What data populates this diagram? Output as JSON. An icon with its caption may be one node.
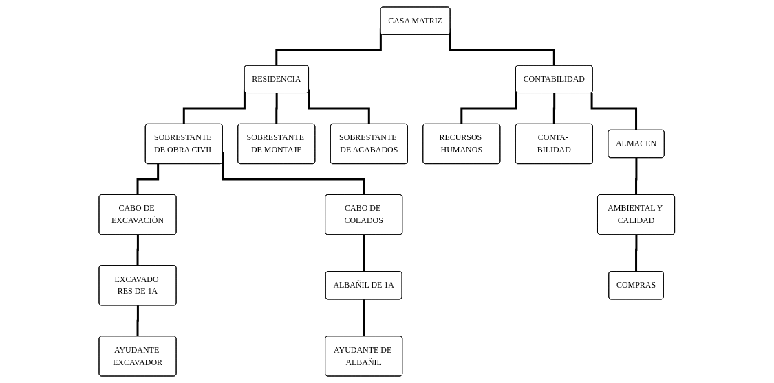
{
  "diagram": {
    "nodes": [
      {
        "text": [
          "CASA MATRIZ"
        ]
      },
      {
        "text": [
          "RESIDENCIA"
        ]
      },
      {
        "text": [
          "CONTABILIDAD"
        ]
      },
      {
        "text": [
          "SOBRESTANTE DE OBRA CIVIL"
        ]
      },
      {
        "text": [
          "SOBRESTANTE DE MONTAJE"
        ]
      },
      {
        "text": [
          "SOBRESTANTE DE ACABADOS"
        ]
      },
      {
        "text": [
          "RECURSOS HUMANOS"
        ]
      },
      {
        "text": [
          "CONTA- BILIDAD"
        ]
      },
      {
        "text": [
          "ALMACEN"
        ]
      },
      {
        "text": [
          "CABO DE EXCAVACIÓN"
        ]
      },
      {
        "text": [
          "CABO DE COLADOS"
        ]
      },
      {
        "text": [
          "EXCAVADO RES DE 1A"
        ]
      },
      {
        "text": [
          "ALBAÑIL DE 1A"
        ]
      },
      {
        "text": [
          "AYUDANTE EXCAVADOR"
        ]
      },
      {
        "text": [
          "AYUDANTE DE ALBAÑIL"
        ]
      },
      {
        "text": [
          "AMBIENTAL Y CALIDAD"
        ]
      },
      {
        "text": [
          "COMPRAS"
        ]
      }
    ],
    "edges": [
      {
        "from": 0,
        "to": 1,
        "arrow": "none"
      },
      {
        "from": 0,
        "to": 2,
        "arrow": "none"
      },
      {
        "from": 1,
        "to": 3,
        "arrow": "none"
      },
      {
        "from": 1,
        "to": 4,
        "arrow": "none"
      },
      {
        "from": 1,
        "to": 5,
        "arrow": "none"
      },
      {
        "from": 2,
        "to": 6,
        "arrow": "none"
      },
      {
        "from": 2,
        "to": 7,
        "arrow": "none"
      },
      {
        "from": 2,
        "to": 8,
        "arrow": "none"
      },
      {
        "from": 3,
        "to": 9,
        "arrow": "none"
      },
      {
        "from": 3,
        "to": 10,
        "arrow": "none"
      },
      {
        "from": 9,
        "to": 11,
        "arrow": "none"
      },
      {
        "from": 10,
        "to": 12,
        "arrow": "none"
      },
      {
        "from": 11,
        "to": 13,
        "arrow": "none"
      },
      {
        "from": 12,
        "to": 14,
        "arrow": "none"
      },
      {
        "from": 8,
        "to": 15,
        "arrow": "none"
      },
      {
        "from": 15,
        "to": 16,
        "arrow": "none"
      }
    ]
  }
}
